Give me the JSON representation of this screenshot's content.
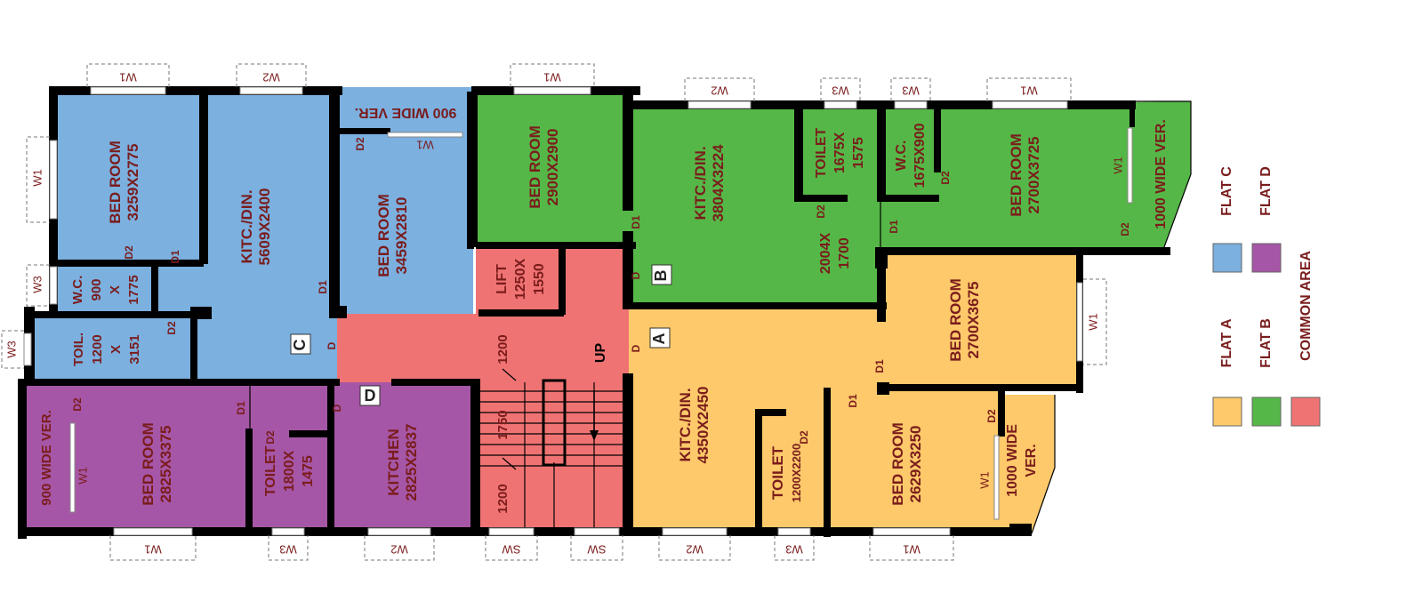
{
  "colors": {
    "flat_a": "#fdc96a",
    "flat_b": "#55b747",
    "flat_c": "#7bb0df",
    "flat_d": "#a656a6",
    "common": "#f07373",
    "wall": "#000000",
    "label": "#7a1c1c"
  },
  "rooms": {
    "c_bed1": [
      "BED ROOM",
      "3259X2775"
    ],
    "c_kitc": [
      "KITC./DIN.",
      "5609X2400"
    ],
    "c_bed2": [
      "BED ROOM",
      "3459X2810"
    ],
    "c_ver": [
      "900 WIDE VER."
    ],
    "c_wc": [
      "W.C.",
      "900",
      "X",
      "1775"
    ],
    "c_toil": [
      "TOIL.",
      "1200",
      "X",
      "3151"
    ],
    "d_ver": [
      "900 WIDE VER."
    ],
    "d_bed": [
      "BED ROOM",
      "2825X3375"
    ],
    "d_toilet": [
      "TOILET",
      "1800X",
      "1475"
    ],
    "d_kitchen": [
      "KITCHEN",
      "2825X2837"
    ],
    "lift": [
      "LIFT",
      "1250X",
      "1550"
    ],
    "stair_up": [
      "UP"
    ],
    "stair_dims": [
      "1200",
      "1750",
      "1200"
    ],
    "b_bed1": [
      "BED ROOM",
      "2900X2900"
    ],
    "b_kitc": [
      "KITC./DIN.",
      "3804X3224"
    ],
    "b_toilet": [
      "TOILET",
      "1675X",
      "1575"
    ],
    "b_wc": [
      "W.C.",
      "1675X900"
    ],
    "b_bed2": [
      "BED ROOM",
      "2700X3725"
    ],
    "b_ver": [
      "1000 WIDE VER."
    ],
    "b_passage": [
      "2004X",
      "1700"
    ],
    "a_kitc": [
      "KITC./DIN.",
      "4350X2450"
    ],
    "a_toilet": [
      "TOILET",
      "1200X2200"
    ],
    "a_bed1": [
      "BED ROOM",
      "2700X3675"
    ],
    "a_bed2": [
      "BED ROOM",
      "2629X3250"
    ],
    "a_ver": [
      "1000 WIDE",
      "VER."
    ]
  },
  "flat_tags": {
    "a": "A",
    "b": "B",
    "c": "C",
    "d": "D"
  },
  "windows": {
    "w1": "W1",
    "w2": "W2",
    "w3": "W3",
    "sw": "SW"
  },
  "doors": {
    "d": "D",
    "d1": "D1",
    "d2": "D2"
  },
  "legend": {
    "flat_c": "FLAT C",
    "flat_d": "FLAT D",
    "flat_a": "FLAT A",
    "flat_b": "FLAT B",
    "common": "COMMON AREA"
  }
}
